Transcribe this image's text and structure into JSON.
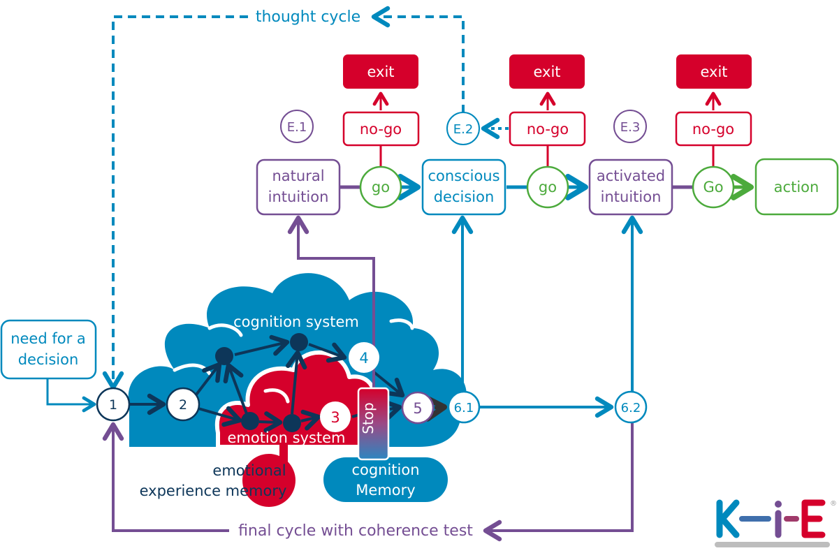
{
  "colors": {
    "blue": "#0089bd",
    "purple": "#744e93",
    "red": "#d5002b",
    "green": "#4caa3c",
    "navy": "#0d3659",
    "dark": "#333333",
    "gray": "#bdbdbd"
  },
  "labels": {
    "thought_cycle": "thought cycle",
    "final_cycle": "final cycle with coherence test",
    "need_line1": "need for a",
    "need_line2": "decision",
    "natural_line1": "natural",
    "natural_line2": "intuition",
    "conscious_line1": "conscious",
    "conscious_line2": "decision",
    "activated_line1": "activated",
    "activated_line2": "intuition",
    "action": "action",
    "exit": "exit",
    "nogo": "no-go",
    "go": "go",
    "go_cap": "Go",
    "e1": "E.1",
    "e2": "E.2",
    "e3": "E.3",
    "cognition_system": "cognition system",
    "emotion_system": "emotion system",
    "emotional_line1": "emotional",
    "emotional_line2": "experience memory",
    "cog_mem_line1": "cognition",
    "cog_mem_line2": "Memory",
    "stop": "Stop",
    "n1": "1",
    "n2": "2",
    "n3": "3",
    "n4": "4",
    "n5": "5",
    "n61": "6.1",
    "n62": "6.2"
  },
  "logo": {
    "k": "K",
    "i": "i",
    "e": "E",
    "registered": "®"
  }
}
